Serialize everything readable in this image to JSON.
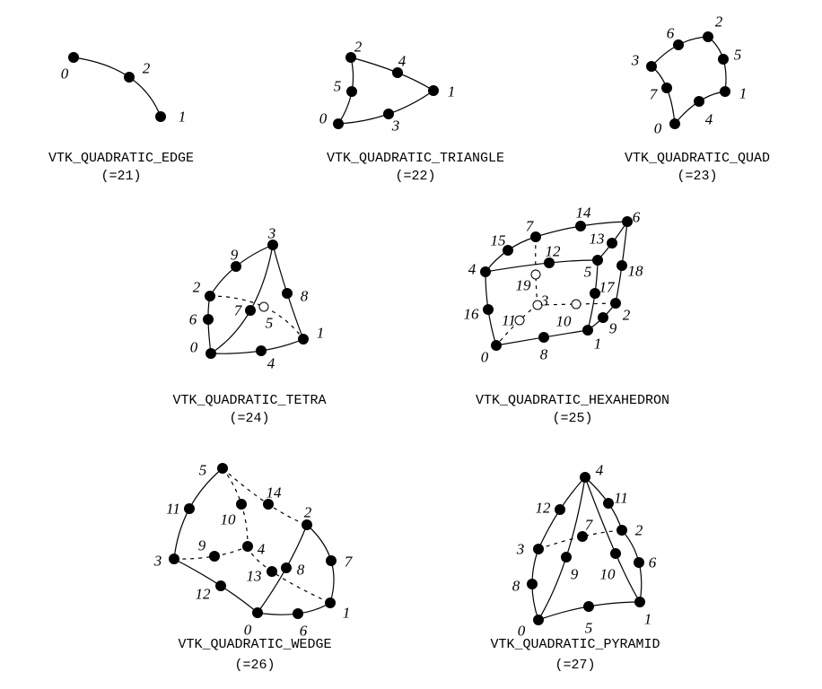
{
  "cells": [
    {
      "name": "VTK_QUADRATIC_EDGE",
      "code": "(=21)",
      "node_labels": [
        "0",
        "1",
        "2"
      ]
    },
    {
      "name": "VTK_QUADRATIC_TRIANGLE",
      "code": "(=22)",
      "node_labels": [
        "0",
        "1",
        "2",
        "3",
        "4",
        "5"
      ]
    },
    {
      "name": "VTK_QUADRATIC_QUAD",
      "code": "(=23)",
      "node_labels": [
        "0",
        "1",
        "2",
        "3",
        "4",
        "5",
        "6",
        "7"
      ]
    },
    {
      "name": "VTK_QUADRATIC_TETRA",
      "code": "(=24)",
      "node_labels": [
        "0",
        "1",
        "2",
        "3",
        "4",
        "5",
        "6",
        "7",
        "8",
        "9"
      ]
    },
    {
      "name": "VTK_QUADRATIC_HEXAHEDRON",
      "code": "(=25)",
      "node_labels": [
        "0",
        "1",
        "2",
        "3",
        "4",
        "5",
        "6",
        "7",
        "8",
        "9",
        "10",
        "11",
        "12",
        "13",
        "14",
        "15",
        "16",
        "17",
        "18",
        "19"
      ]
    },
    {
      "name": "VTK_QUADRATIC_WEDGE",
      "code": "(=26)",
      "node_labels": [
        "0",
        "1",
        "2",
        "3",
        "4",
        "5",
        "6",
        "7",
        "8",
        "9",
        "10",
        "11",
        "12",
        "13",
        "14"
      ]
    },
    {
      "name": "VTK_QUADRATIC_PYRAMID",
      "code": "(=27)",
      "node_labels": [
        "0",
        "1",
        "2",
        "3",
        "4",
        "5",
        "6",
        "7",
        "8",
        "9",
        "10",
        "11",
        "12"
      ]
    }
  ]
}
